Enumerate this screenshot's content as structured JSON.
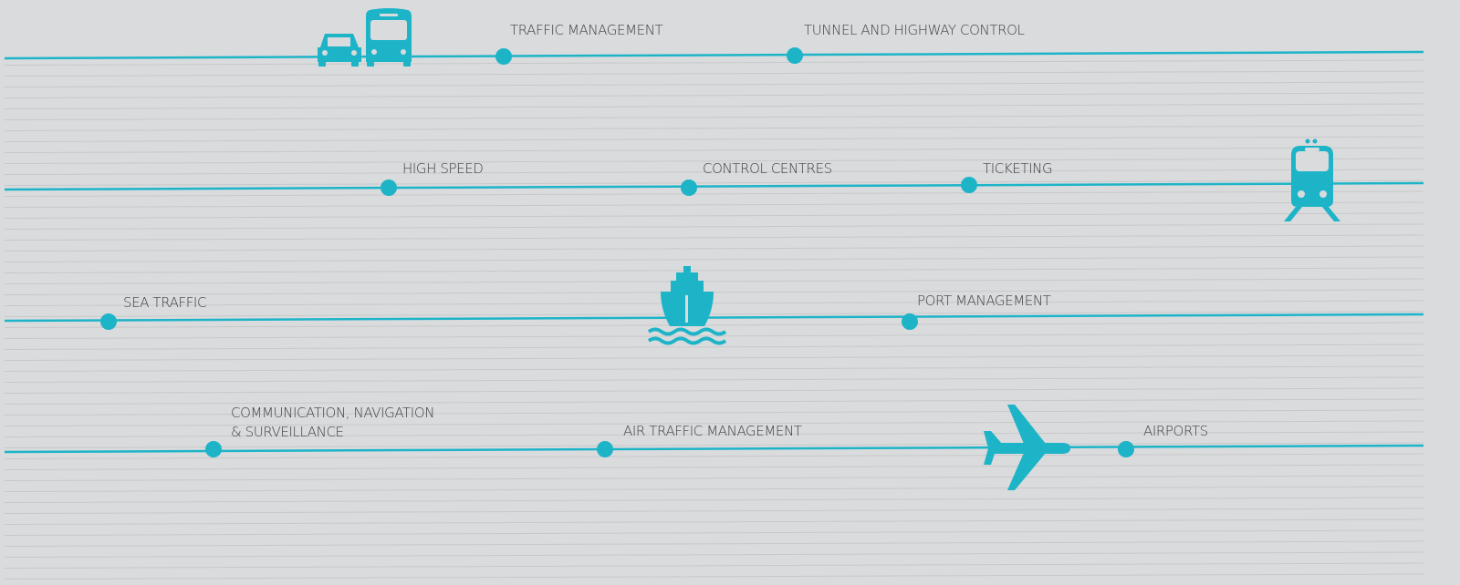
{
  "colors": {
    "accent": "#1db4c8",
    "background": "#d9dbdd",
    "stripe": "#c6c8ca",
    "text": "#3c3f42"
  },
  "rows": [
    {
      "mode": "road",
      "icon": "car-and-bus-icon",
      "stations": [
        {
          "label": "TRAFFIC MANAGEMENT"
        },
        {
          "label": "TUNNEL AND HIGHWAY CONTROL"
        }
      ]
    },
    {
      "mode": "rail",
      "icon": "train-icon",
      "stations": [
        {
          "label": "HIGH SPEED"
        },
        {
          "label": "CONTROL CENTRES"
        },
        {
          "label": "TICKETING"
        }
      ]
    },
    {
      "mode": "sea",
      "icon": "ship-icon",
      "stations": [
        {
          "label": "SEA TRAFFIC"
        },
        {
          "label": "PORT MANAGEMENT"
        }
      ]
    },
    {
      "mode": "air",
      "icon": "airplane-icon",
      "stations": [
        {
          "label_line1": "COMMUNICATION, NAVIGATION",
          "label_line2": "& SURVEILLANCE"
        },
        {
          "label": "AIR TRAFFIC MANAGEMENT"
        },
        {
          "label": "AIRPORTS"
        }
      ]
    }
  ]
}
